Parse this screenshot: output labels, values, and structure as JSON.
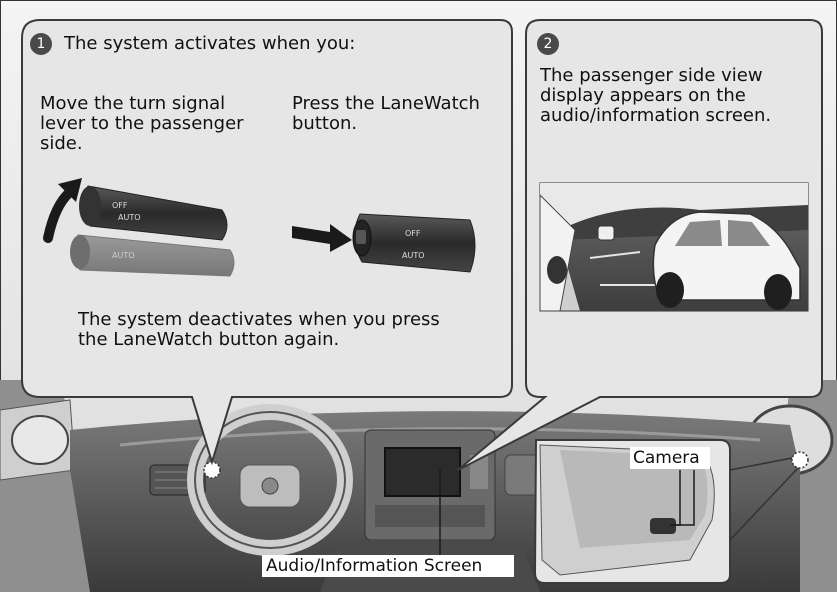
{
  "panel1": {
    "step": "1",
    "heading": "The system activates when you:",
    "option_turn_signal": "Move the turn signal\nlever to the passenger\nside.",
    "option_button": "Press the LaneWatch\nbutton.",
    "deactivate": "The system deactivates when you press\nthe LaneWatch button again."
  },
  "panel2": {
    "step": "2",
    "text": "The passenger side view\ndisplay appears on the\naudio/information screen."
  },
  "callouts": {
    "camera": "Camera",
    "screen": "Audio/Information Screen"
  },
  "lever_markings": {
    "off": "OFF",
    "auto": "AUTO"
  },
  "colors": {
    "panel_fill": "#e6e6e6",
    "panel_stroke": "#3a3a3a",
    "dash": "#3d3d3d",
    "arrow": "#1a1a1a"
  }
}
